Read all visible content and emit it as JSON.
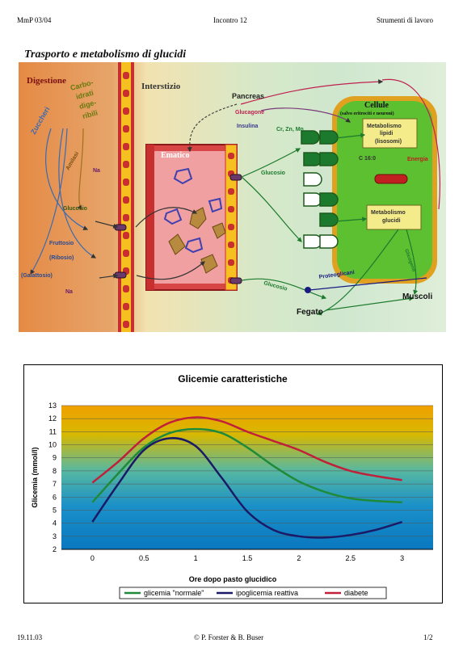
{
  "header": {
    "left": "MmP 03/04",
    "center": "Incontro 12",
    "right": "Strumenti di lavoro"
  },
  "figure1": {
    "title": "Trasporto e metabolismo di glucidi",
    "labels": {
      "digestione": "Digestione",
      "interstizio": "Interstizio",
      "carboidrati": [
        "Carbo-",
        "idrati",
        "dige-",
        "ribili"
      ],
      "zuccheri": "Zuccheri",
      "amilasi": "Amilasi",
      "na_top": "Na",
      "glucosio_left": "Glucosio",
      "fruttosio": "Fruttosio",
      "ribosio": "(Ribosio)",
      "galattosio": "(Galattosio)",
      "na_bottom": "Na",
      "ematico": "Ematico",
      "pancreas": "Pancreas",
      "glucagone": "Glucagone",
      "insulina": "Insulina",
      "cr_zn_mn": "Cr, Zn, Mn",
      "glucosio_mid": "Glucosio",
      "glucosio_bottom": "Glucosio",
      "proteoglicani": "Proteoglicani",
      "fegato": "Fegato",
      "muscoli": "Muscoli",
      "glicogeno": "Glicogeno",
      "cellule": "Cellule",
      "cellule_sub": "(salvo eritrociti e neuroni)",
      "met_lipidi": [
        "Metabolismo",
        "lipidi",
        "(lisosomi)"
      ],
      "c16": "C 16:0",
      "energia": "Energia",
      "met_glucidi": [
        "Metabolismo",
        "glucidi"
      ]
    }
  },
  "chart_data": {
    "type": "line",
    "title": "Glicemie caratteristiche",
    "xlabel": "Ore dopo pasto glucidico",
    "ylabel": "Glicemia (mmol/l)",
    "xlim": [
      -0.3,
      3.3
    ],
    "ylim": [
      2,
      13
    ],
    "xticks": [
      "0",
      "0.5",
      "1",
      "1.5",
      "2",
      "2.5",
      "3"
    ],
    "yticks": [
      "2",
      "3",
      "4",
      "5",
      "6",
      "7",
      "8",
      "9",
      "10",
      "11",
      "12",
      "13"
    ],
    "legend_position": "bottom",
    "series": [
      {
        "name": "glicemia \"normale\"",
        "color": "#1f8a3a",
        "x": [
          0,
          0.25,
          0.5,
          0.75,
          1,
          1.25,
          1.5,
          1.75,
          2,
          2.25,
          2.5,
          2.75,
          3
        ],
        "y": [
          5.6,
          7.8,
          9.8,
          10.9,
          11.2,
          10.9,
          9.8,
          8.4,
          7.2,
          6.4,
          5.9,
          5.7,
          5.6
        ]
      },
      {
        "name": "ipoglicemia reattiva",
        "color": "#1a1a66",
        "x": [
          0,
          0.25,
          0.5,
          0.75,
          1,
          1.25,
          1.5,
          1.75,
          2,
          2.25,
          2.5,
          2.75,
          3
        ],
        "y": [
          4.1,
          7.0,
          9.6,
          10.5,
          9.9,
          7.5,
          4.9,
          3.5,
          3.0,
          2.9,
          3.1,
          3.5,
          4.1
        ]
      },
      {
        "name": "diabete",
        "color": "#c0203a",
        "x": [
          0,
          0.25,
          0.5,
          0.75,
          1,
          1.25,
          1.5,
          1.75,
          2,
          2.25,
          2.5,
          2.75,
          3
        ],
        "y": [
          7.1,
          8.7,
          10.5,
          11.7,
          12.1,
          11.8,
          11.0,
          10.3,
          9.6,
          8.7,
          8.0,
          7.6,
          7.3
        ]
      }
    ]
  },
  "footer": {
    "left": "19.11.03",
    "center": "© P. Forster & B. Buser",
    "right": "1/2"
  }
}
